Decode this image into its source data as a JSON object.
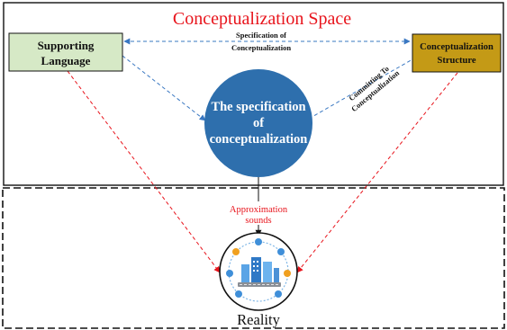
{
  "title": "Conceptualization Space",
  "supporting_language": {
    "line1": "Supporting",
    "line2": "Language"
  },
  "conceptualization_structure": {
    "line1": "Conceptualization",
    "line2": "Structure"
  },
  "specification_edge": {
    "line1": "Specification of",
    "line2": "Conceptualization"
  },
  "committing_edge": {
    "line1": "Committing To",
    "line2": "Conceptualization"
  },
  "center_node": {
    "line1": "The specification",
    "line2": "of",
    "line3": "conceptualization"
  },
  "approximation": {
    "line1": "Approximation",
    "line2": "sounds"
  },
  "reality_label": "Reality",
  "reality_icon": "city-network-icon",
  "colors": {
    "title": "#e8141c",
    "supporting_fill": "#d6e9c6",
    "structure_fill": "#c49a16",
    "center_fill": "#2e6fad",
    "edge_blue": "#3a78c2",
    "edge_red": "#e8141c",
    "approximation_text": "#e8141c"
  }
}
